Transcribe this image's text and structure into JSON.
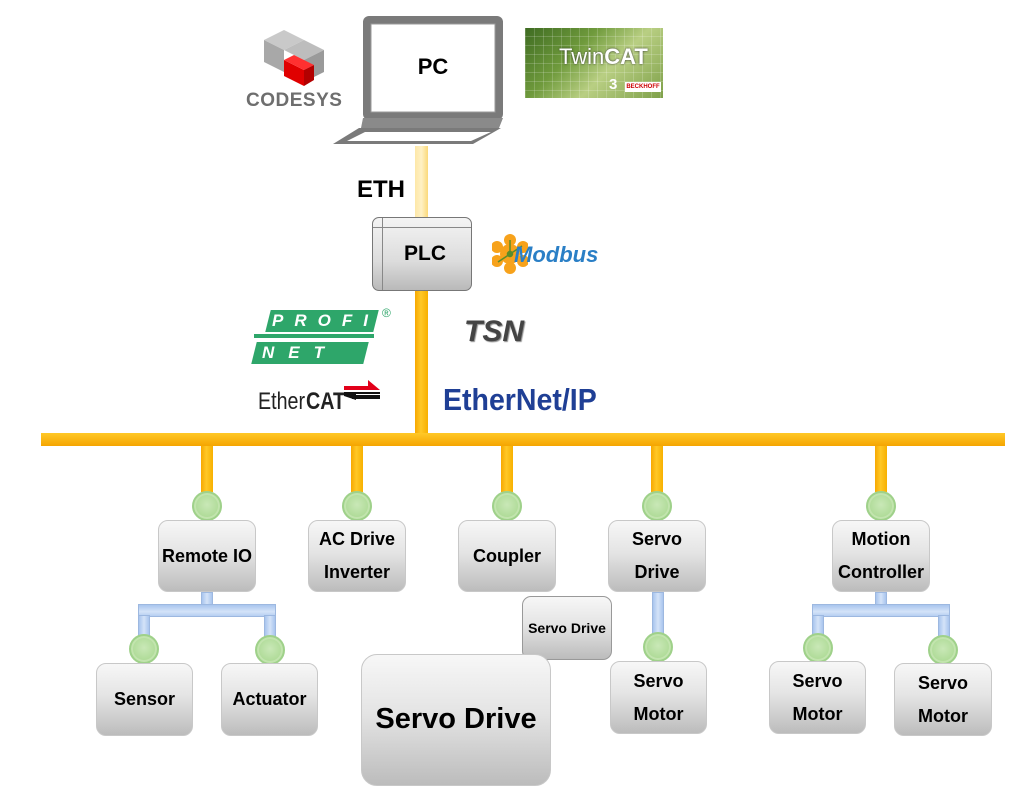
{
  "diagram": {
    "title": "Industrial Ethernet Network Topology",
    "top": {
      "pc_label": "PC",
      "eth_label": "ETH",
      "plc_label": "PLC"
    },
    "logos": {
      "codesys": "CODESYS",
      "twincat": {
        "text_light": "Twin",
        "text_bold": "CAT",
        "version": "3",
        "vendor": "BECKHOFF"
      },
      "modbus": "Modbus",
      "profinet": {
        "line1": "PROFI",
        "line2": "NET"
      },
      "tsn": "TSN",
      "ethercat": {
        "light": "Ether",
        "bold": "CAT"
      },
      "ethernetip": {
        "part1": "Ether",
        "part2": "Net/IP"
      }
    },
    "devices": [
      {
        "id": "remote-io",
        "lines": [
          "Remote IO"
        ]
      },
      {
        "id": "ac-drive-inverter",
        "lines": [
          "AC Drive",
          "Inverter"
        ]
      },
      {
        "id": "coupler",
        "lines": [
          "Coupler"
        ]
      },
      {
        "id": "servo-drive",
        "lines": [
          "Servo",
          "Drive"
        ]
      },
      {
        "id": "motion-controller",
        "lines": [
          "Motion",
          "Controller"
        ]
      }
    ],
    "sub_devices": {
      "sensor": "Sensor",
      "actuator": "Actuator",
      "servo_motor_1": [
        "Servo",
        "Motor"
      ],
      "servo_motor_2": [
        "Servo",
        "Motor"
      ],
      "servo_motor_3": [
        "Servo",
        "Motor"
      ]
    },
    "floating": {
      "servo_drive_small": "Servo Drive",
      "servo_drive_large": "Servo Drive"
    },
    "colors": {
      "ethernet_bus": "#FFC000",
      "local_bus": "#A9C5EE",
      "node": "#B1DC9A",
      "box": "#E4E4E4"
    }
  }
}
